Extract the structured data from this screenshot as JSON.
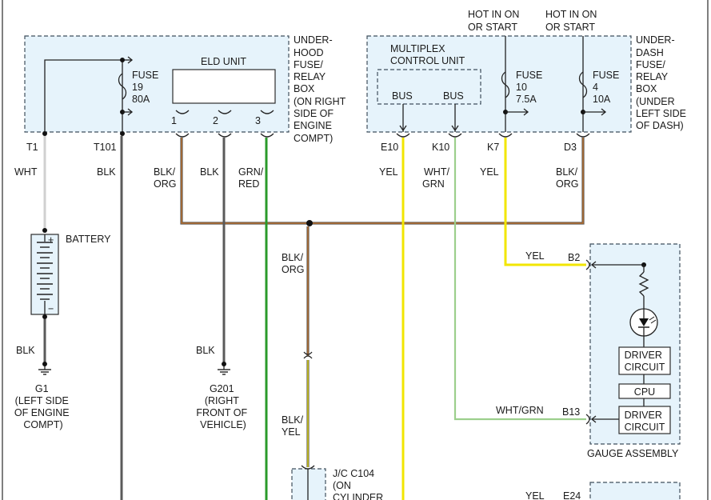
{
  "colors": {
    "box_fill": "#e6f3fb",
    "wire_black": "#5a5a5a",
    "wire_orange": "#c87020",
    "wire_green": "#2a9a2a",
    "wire_yellow": "#f2e600",
    "wire_white_green": "#9ccf8c",
    "wire_white": "#d0d0d0"
  },
  "underhood": {
    "title": [
      "UNDER-",
      "HOOD",
      "FUSE/",
      "RELAY",
      "BOX",
      "(ON RIGHT",
      "SIDE OF",
      "ENGINE",
      "COMPT)"
    ],
    "fuse": [
      "FUSE",
      "19",
      "80A"
    ],
    "eld_label": "ELD UNIT",
    "pins": [
      "1",
      "2",
      "3"
    ],
    "terminals": [
      "T1",
      "T101"
    ]
  },
  "underdash": {
    "title": [
      "UNDER-",
      "DASH",
      "FUSE/",
      "RELAY",
      "BOX",
      "(UNDER",
      "LEFT SIDE",
      "OF DASH)"
    ],
    "mcu_label": [
      "MULTIPLEX",
      "CONTROL UNIT"
    ],
    "bus_labels": [
      "BUS",
      "BUS"
    ],
    "fuse10": [
      "FUSE",
      "10",
      "7.5A"
    ],
    "fuse4": [
      "FUSE",
      "4",
      "10A"
    ],
    "hot1": [
      "HOT IN ON",
      "OR START"
    ],
    "hot2": [
      "HOT IN ON",
      "OR START"
    ],
    "terminals": [
      "E10",
      "K10",
      "K7",
      "D3"
    ]
  },
  "wires": {
    "wht": "WHT",
    "blk_t101": "BLK",
    "blk_org_1": [
      "BLK/",
      "ORG"
    ],
    "blk_2": "BLK",
    "grn_red": [
      "GRN/",
      "RED"
    ],
    "yel_e10": "YEL",
    "wht_grn_k10": [
      "WHT/",
      "GRN"
    ],
    "yel_k7": "YEL",
    "blk_org_d3": [
      "BLK/",
      "ORG"
    ],
    "blk_org_mid": [
      "BLK/",
      "ORG"
    ],
    "blk_yel": [
      "BLK/",
      "YEL"
    ],
    "blk_bat": "BLK",
    "blk_g201": "BLK",
    "yel_b2": "YEL",
    "wht_grn_b13": "WHT/GRN",
    "yel_e24": "YEL"
  },
  "battery": {
    "label": "BATTERY",
    "plus": "+",
    "minus": "−"
  },
  "grounds": {
    "g1": [
      "G1",
      "(LEFT SIDE",
      "OF ENGINE",
      "COMPT)"
    ],
    "g201": [
      "G201",
      "(RIGHT",
      "FRONT OF",
      "VEHICLE)"
    ]
  },
  "gauge": {
    "pins": [
      "B2",
      "B13",
      "E24"
    ],
    "driver1": [
      "DRIVER",
      "CIRCUIT"
    ],
    "cpu": "CPU",
    "driver2": [
      "DRIVER",
      "CIRCUIT"
    ],
    "title": "GAUGE ASSEMBLY"
  },
  "jc": {
    "label": [
      "J/C C104",
      "(ON",
      "CYLINDER"
    ]
  }
}
